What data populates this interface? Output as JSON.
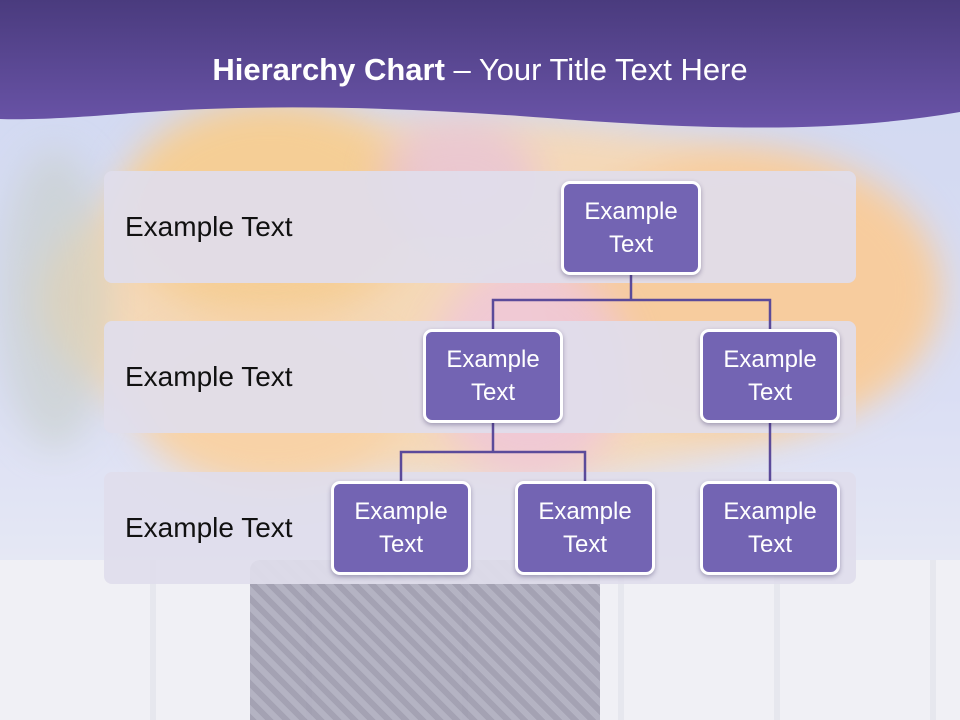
{
  "title": {
    "bold": "Hierarchy Chart",
    "rest": " – Your Title Text Here"
  },
  "levels": [
    {
      "label": "Example Text"
    },
    {
      "label": "Example Text"
    },
    {
      "label": "Example Text"
    }
  ],
  "nodes": {
    "root": "Example\nText",
    "level2_left": "Example\nText",
    "level2_right": "Example\nText",
    "level3_a": "Example\nText",
    "level3_b": "Example\nText",
    "level3_c": "Example\nText"
  },
  "colors": {
    "header": "#5b4a9a",
    "node_fill": "#7364b3",
    "node_border": "#ffffff",
    "connector": "#5b4a9a",
    "band": "#e0ddeb"
  }
}
